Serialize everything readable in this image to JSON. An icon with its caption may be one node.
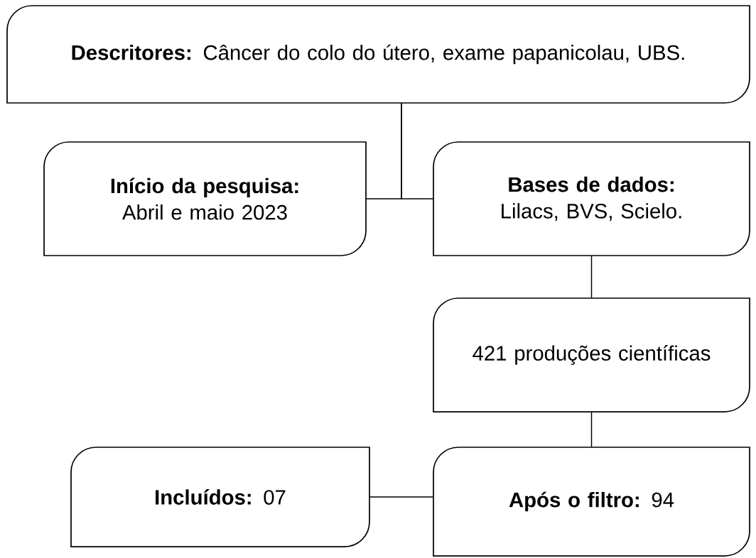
{
  "diagram": {
    "nodes": [
      {
        "text": [
          "**Descritores:** Câncer do colo do útero, exame papanicolau, UBS."
        ]
      },
      {
        "text": [
          "Início da pesquisa:",
          "Abril e maio 2023"
        ]
      },
      {
        "text": [
          "Bases de dados:",
          "Lilacs, BVS, Scielo."
        ]
      },
      {
        "text": [
          "421 produções científicas"
        ]
      },
      {
        "text": [
          "**Após o filtro:** 94"
        ]
      },
      {
        "text": [
          "**Incluídos:** 07"
        ]
      }
    ],
    "edges": [
      {
        "from": 0,
        "to": 1,
        "arrow": "none"
      },
      {
        "from": 0,
        "to": 2,
        "arrow": "none"
      },
      {
        "from": 2,
        "to": 3,
        "arrow": "none"
      },
      {
        "from": 3,
        "to": 4,
        "arrow": "none"
      },
      {
        "from": 4,
        "to": 5,
        "arrow": "none"
      }
    ]
  }
}
